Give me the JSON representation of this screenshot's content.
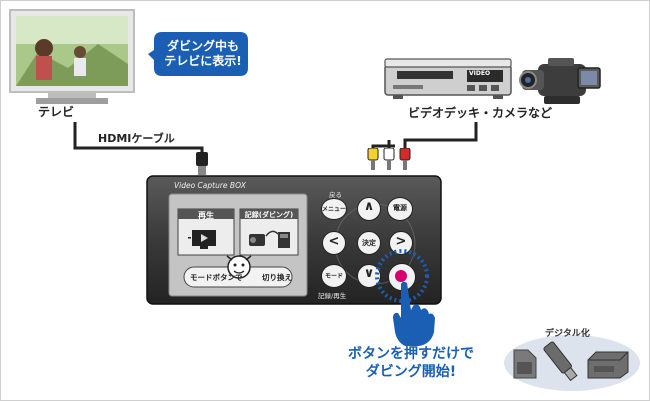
{
  "tv": {
    "label": "テレビ"
  },
  "bubble": {
    "line1": "ダビング中も",
    "line2": "テレビに表示!"
  },
  "cable": {
    "label": "HDMIケーブル"
  },
  "source": {
    "label": "ビデオデッキ・カメラなど",
    "vcr_brand": "VIDEO"
  },
  "device": {
    "title": "Video Capture BOX",
    "screen_play_label": "再生",
    "screen_record_label": "記録(ダビング)",
    "screen_hint_prefix": "モードボタンで",
    "screen_hint_suffix": "切り換え",
    "back_label": "戻る",
    "menu_button": "メニュー",
    "power_button": "電源",
    "ok_button": "決定",
    "mode_button": "モード",
    "mode_caption": "記録/再生"
  },
  "cta": {
    "line1": "ボタンを押すだけで",
    "line2": "ダビング開始!"
  },
  "digital": {
    "label": "デジタル化"
  },
  "colors": {
    "accent_blue": "#1a5fb4",
    "record_magenta": "#d6006f",
    "device_dark": "#3a3a3a"
  }
}
